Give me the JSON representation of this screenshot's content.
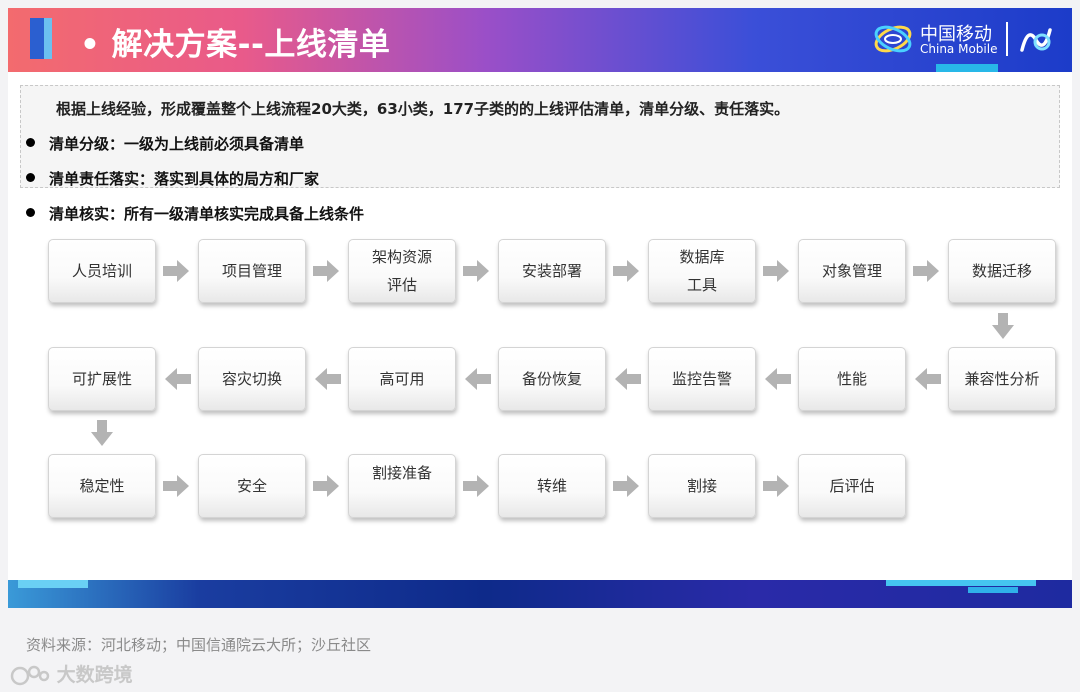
{
  "header": {
    "title": "• 解决方案--上线清单",
    "logo_cn": "中国移动",
    "logo_en": "China Mobile"
  },
  "intro": "根据上线经验，形成覆盖整个上线流程20大类，63小类，177子类的的上线评估清单，清单分级、责任落实。",
  "bullets": [
    "清单分级：一级为上线前必须具备清单",
    "清单责任落实：落实到具体的局方和厂家",
    "清单核实：所有一级清单核实完成具备上线条件"
  ],
  "flow": {
    "row1": [
      "人员培训",
      "项目管理",
      "架构资源\n评估",
      "安装部署",
      "数据库\n工具",
      "对象管理",
      "数据迁移"
    ],
    "row2": [
      "可扩展性",
      "容灾切换",
      "高可用",
      "备份恢复",
      "监控告警",
      "性能",
      "兼容性分析"
    ],
    "row3": [
      "稳定性",
      "安全",
      "割接准备",
      "转维",
      "割接",
      "后评估"
    ]
  },
  "source": "资料来源：河北移动；中国信通院云大所；沙丘社区",
  "watermark": "大数跨境",
  "colors": {
    "header_start": "#f36b6e",
    "header_end": "#1c3cc9",
    "arrow": "#b3b3b3",
    "footer_bar": "#0e2a8a"
  }
}
